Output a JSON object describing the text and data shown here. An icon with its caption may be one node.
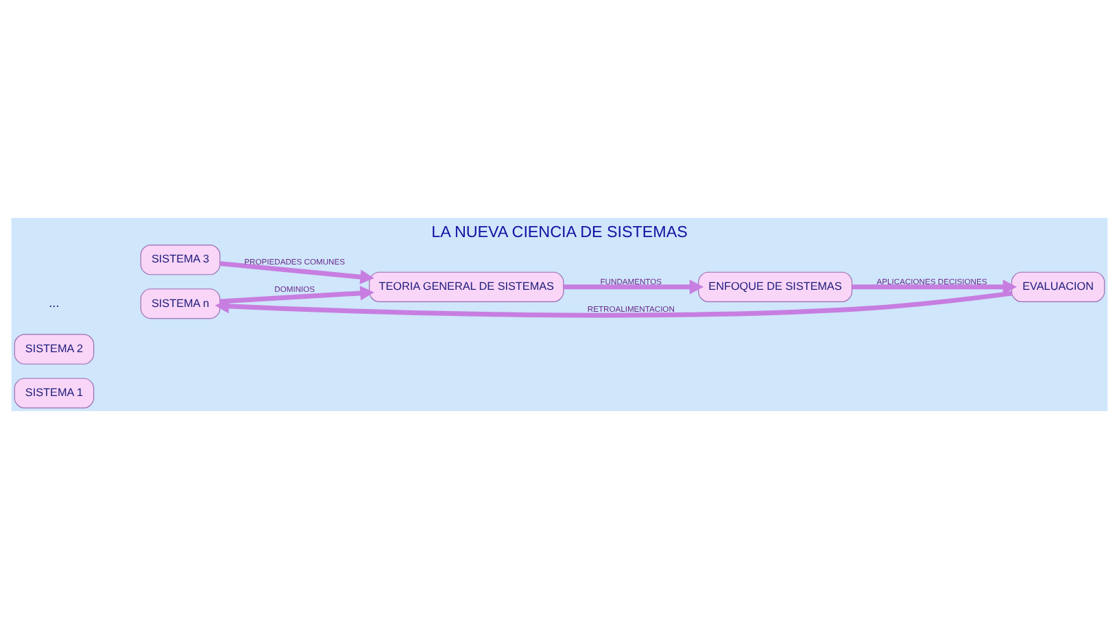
{
  "diagram": {
    "title": "LA NUEVA CIENCIA DE SISTEMAS",
    "nodes": [
      {
        "text": [
          "SISTEMA 1"
        ]
      },
      {
        "text": [
          "SISTEMA 2"
        ]
      },
      {
        "text": [
          "SISTEMA 3"
        ]
      },
      {
        "text": [
          "SISTEMA n"
        ]
      },
      {
        "text": [
          "TEORIA GENERAL DE SISTEMAS"
        ]
      },
      {
        "text": [
          "ENFOQUE DE SISTEMAS"
        ]
      },
      {
        "text": [
          "EVALUACION"
        ]
      }
    ],
    "edges": [
      {
        "from": 2,
        "to": 4,
        "arrow": "to",
        "label": "PROPIEDADES COMUNES"
      },
      {
        "from": 3,
        "to": 4,
        "arrow": "to",
        "label": "DOMINIOS"
      },
      {
        "from": 4,
        "to": 5,
        "arrow": "to",
        "label": "FUNDAMENTOS"
      },
      {
        "from": 5,
        "to": 6,
        "arrow": "to",
        "label": "APLICACIONES DECISIONES"
      },
      {
        "from": 6,
        "to": 3,
        "arrow": "to",
        "label": "RETROALIMENTACION"
      }
    ],
    "labels": [
      "..."
    ]
  }
}
